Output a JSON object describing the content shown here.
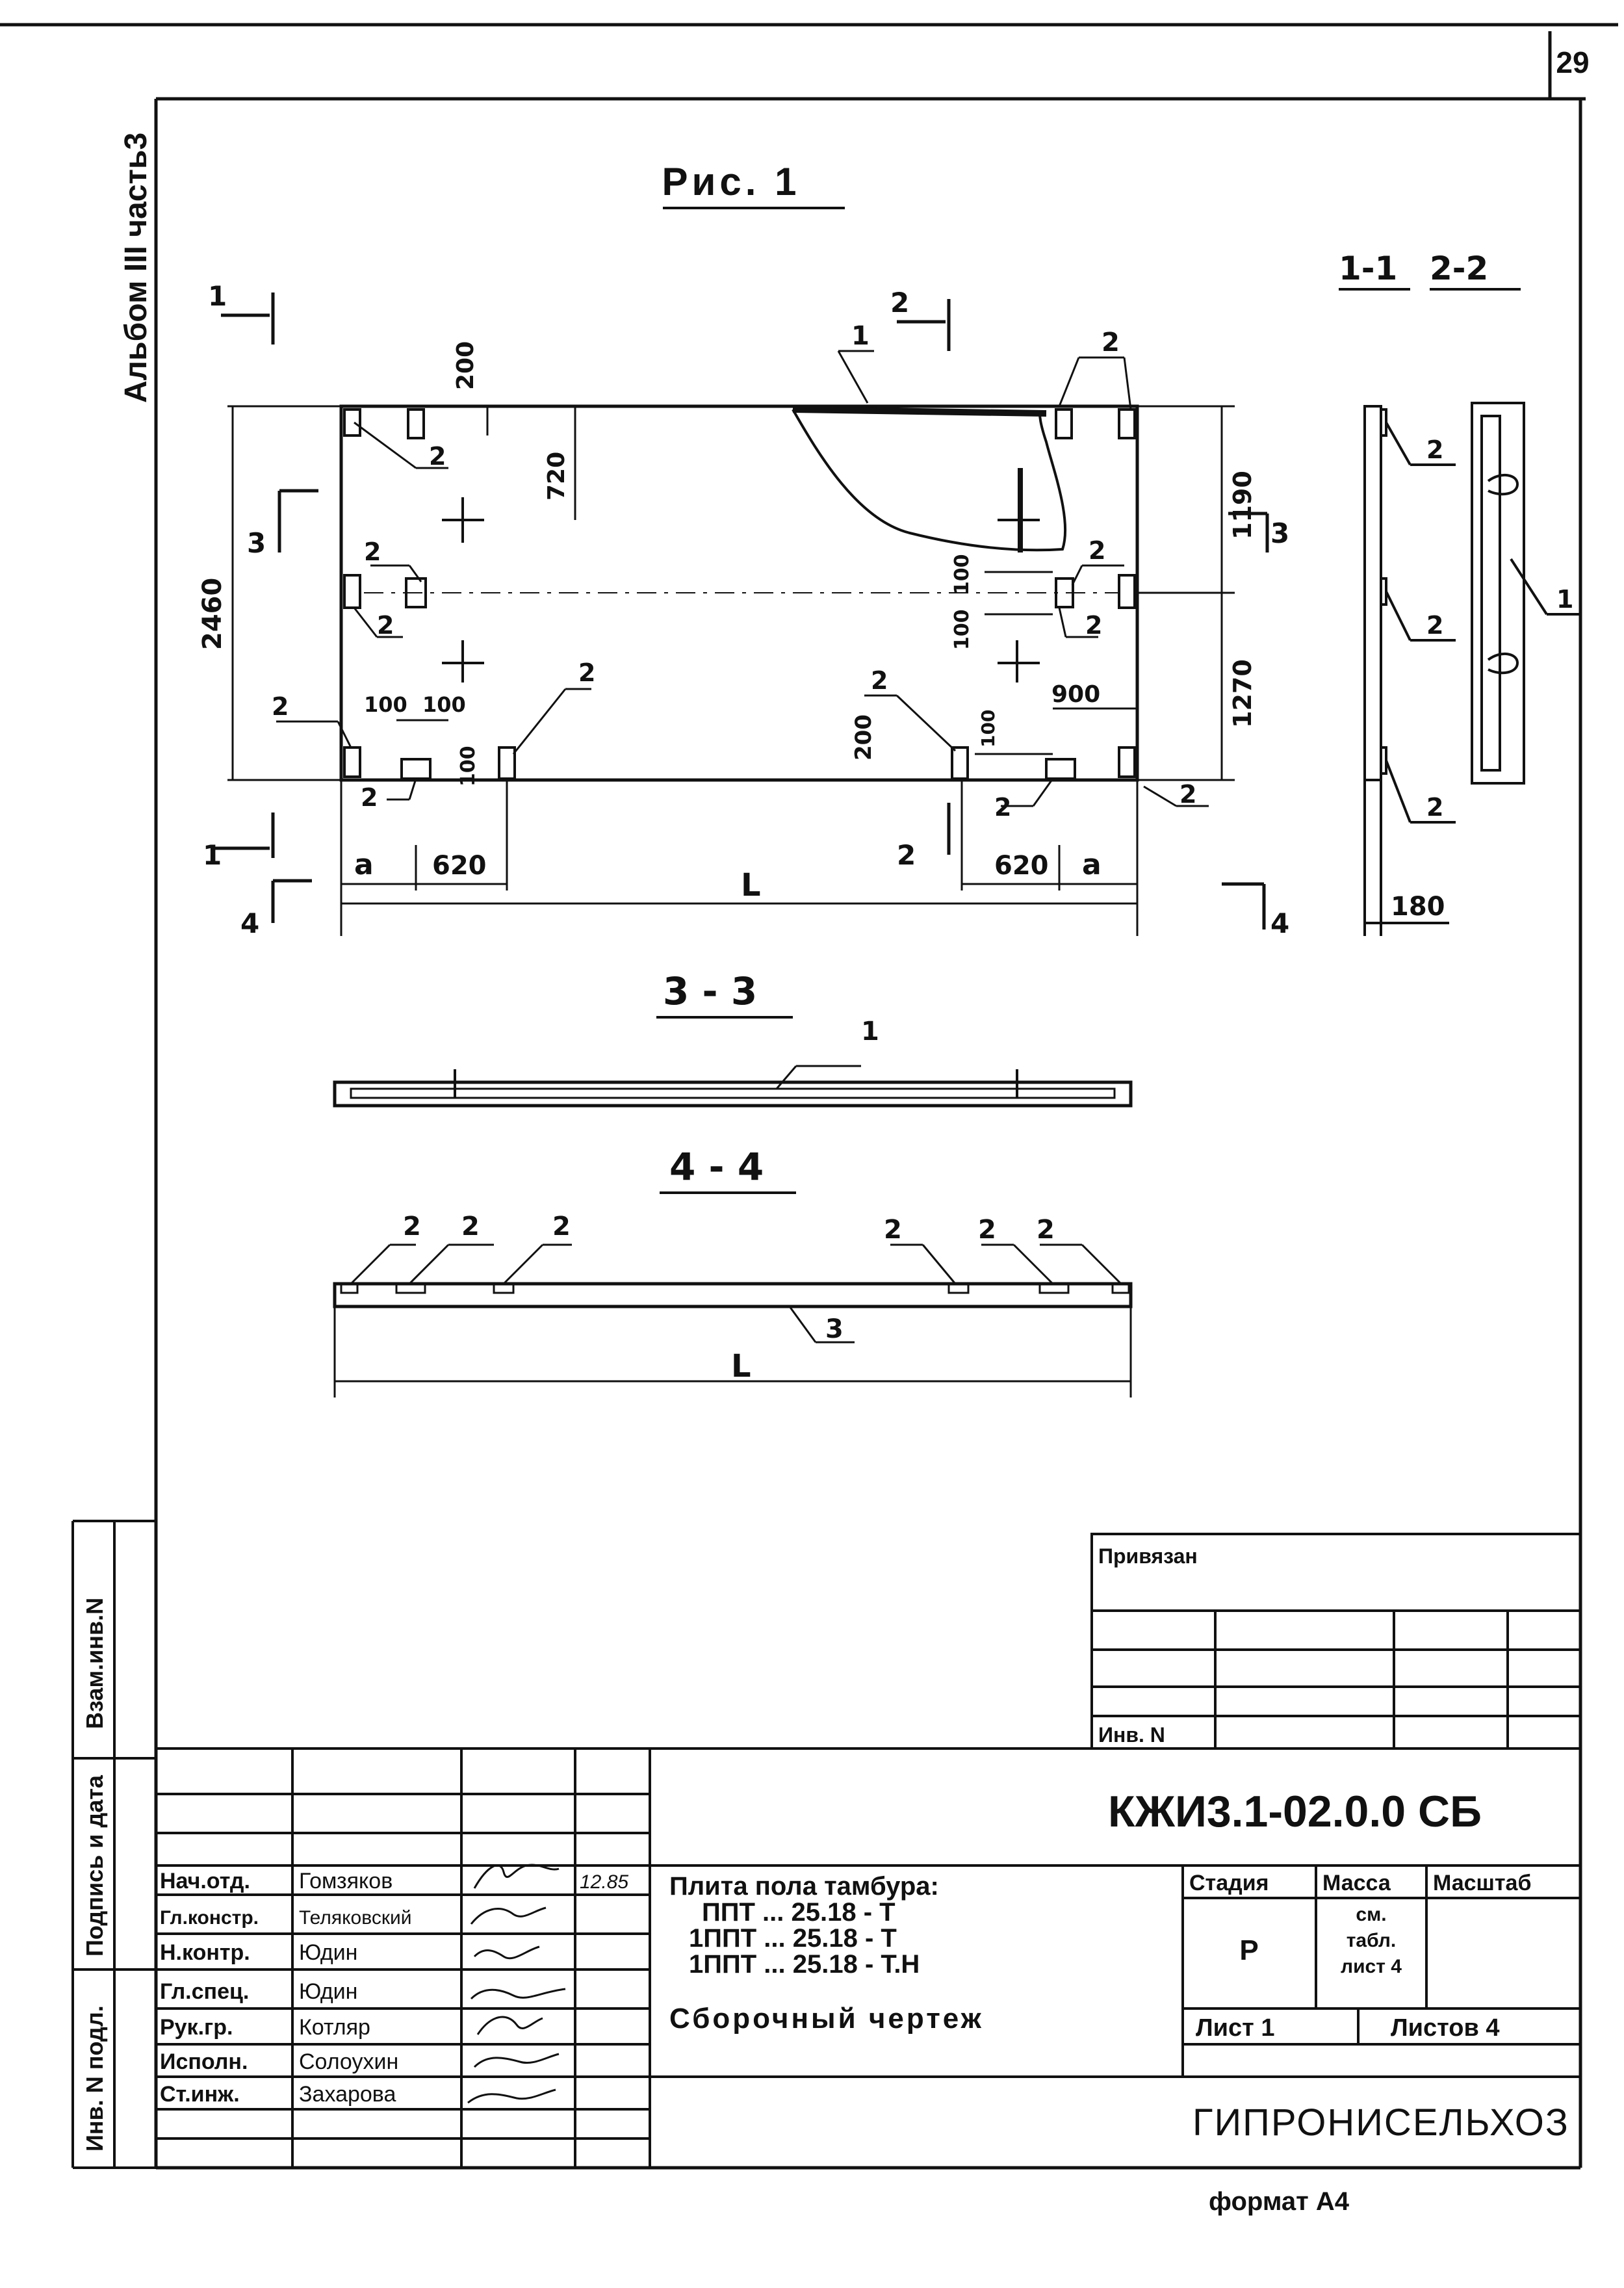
{
  "page_number": "29",
  "side_label": "Альбом III часть3",
  "figure": {
    "title": "Рис. 1",
    "section_1_1": "1-1",
    "section_2_2": "2-2",
    "section_3_3": "3 - 3",
    "section_4_4": "4 - 4",
    "cut_1": "1",
    "cut_2": "2",
    "cut_3": "3",
    "cut_4": "4",
    "dims": {
      "d2460": "2460",
      "d200a": "200",
      "d720": "720",
      "d1190": "1190",
      "d1270": "1270",
      "d100a": "100",
      "d100b": "100",
      "d100c": "100",
      "d100d": "100",
      "d100e": "100",
      "d100f": "100",
      "d200b": "200",
      "d900": "900",
      "a_left": "a",
      "a_right": "a",
      "d620_left": "620",
      "d620_right": "620",
      "L_top": "L",
      "L_bottom": "L",
      "d180": "180"
    },
    "callouts": {
      "pos1": "1",
      "pos2": "2",
      "pos3": "3"
    }
  },
  "stamp_top": {
    "bound": "Привязан",
    "inv": "Инв. N"
  },
  "left_strip": {
    "vzam": "Взам.инв.N",
    "podpis": "Подпись и дата",
    "inv_podl": "Инв. N подл."
  },
  "title_block": {
    "code": "КЖИ3.1-02.0.0 СБ",
    "name_lines": [
      "Плита пола тамбура:",
      "ППТ ... 25.18 - Т",
      "1ППТ ... 25.18 - Т",
      "1ППТ ... 25.18 - Т.Н"
    ],
    "doc_type": "Сборочный чертеж",
    "stage_header": "Стадия",
    "mass_header": "Масса",
    "scale_header": "Масштаб",
    "stage_value": "Р",
    "mass_value_lines": [
      "см.",
      "табл.",
      "лист 4"
    ],
    "sheet_label": "Лист 1",
    "sheets_label": "Листов 4",
    "org": "ГИПРОНИСЕЛЬХОЗ",
    "date": "12.85",
    "roles": [
      {
        "role": "Нач.отд.",
        "name": "Гомзяков"
      },
      {
        "role": "Гл.констр.",
        "name": "Теляковский"
      },
      {
        "role": "Н.контр.",
        "name": "Юдин"
      },
      {
        "role": "Гл.спец.",
        "name": "Юдин"
      },
      {
        "role": "Рук.гр.",
        "name": "Котляр"
      },
      {
        "role": "Исполн.",
        "name": "Солоухин"
      },
      {
        "role": "Ст.инж.",
        "name": "Захарова"
      }
    ]
  },
  "format_label": "формат А4"
}
